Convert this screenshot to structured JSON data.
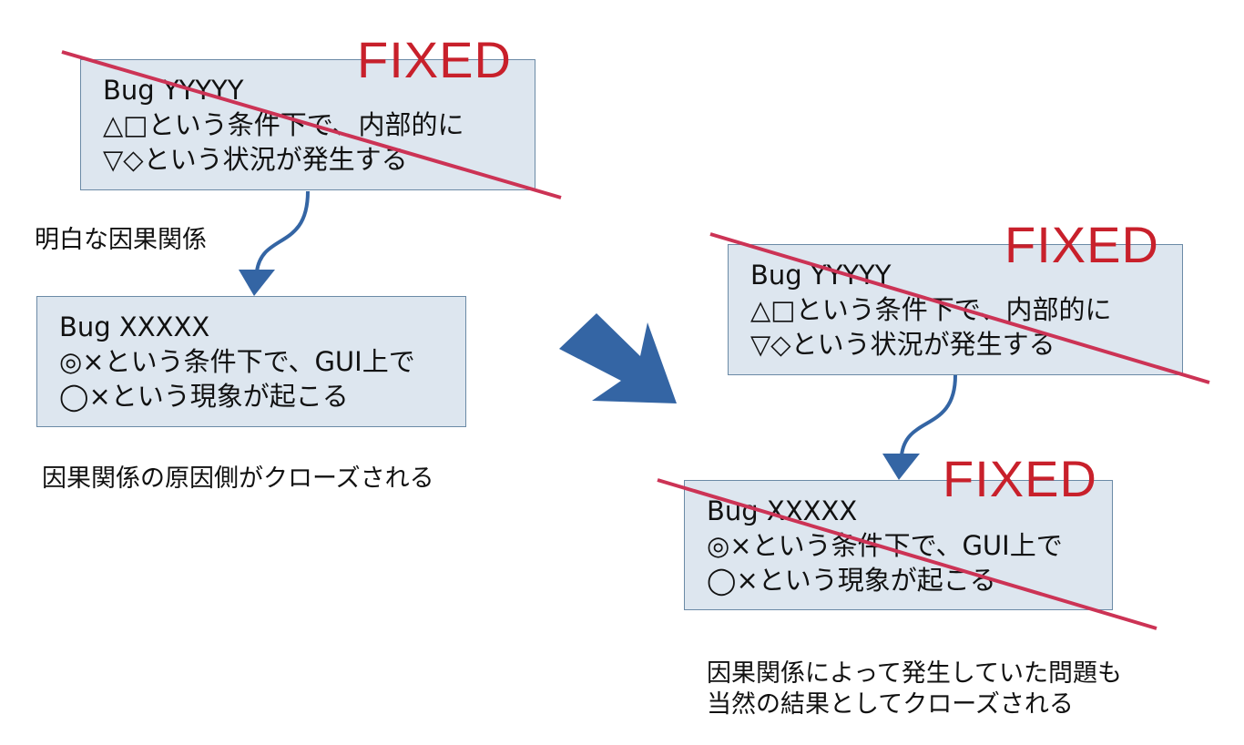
{
  "colors": {
    "box_fill": "#dde6ef",
    "box_border": "#6b8aa6",
    "arrow": "#3465a4",
    "strike": "#cc3355",
    "fixed_text": "#c8202b"
  },
  "left": {
    "bug_y": {
      "lines": [
        "Bug YYYYY",
        "△□という条件下で、内部的に",
        "▽◇という状況が発生する"
      ],
      "stamp": "FIXED"
    },
    "relation_label": "明白な因果関係",
    "bug_x": {
      "lines": [
        "Bug XXXXX",
        "◎×という条件下で、GUI上で",
        "◯×という現象が起こる"
      ]
    },
    "caption": "因果関係の原因側がクローズされる"
  },
  "right": {
    "bug_y": {
      "lines": [
        "Bug YYYYY",
        "△□という条件下で、内部的に",
        "▽◇という状況が発生する"
      ],
      "stamp": "FIXED"
    },
    "bug_x": {
      "lines": [
        "Bug XXXXX",
        "◎×という条件下で、GUI上で",
        "◯×という現象が起こる"
      ],
      "stamp": "FIXED"
    },
    "caption_lines": [
      "因果関係によって発生していた問題も",
      "当然の結果としてクローズされる"
    ]
  }
}
